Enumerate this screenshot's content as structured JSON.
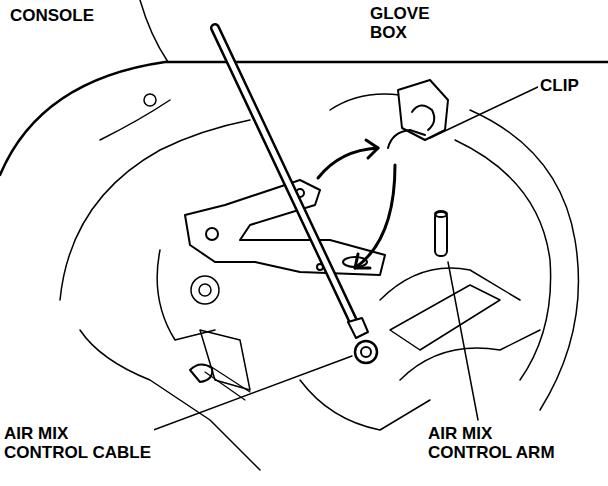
{
  "diagram": {
    "labels": [
      "CONSOLE",
      "GLOVE BOX",
      "CLIP",
      "AIR MIX CONTROL CABLE",
      "AIR MIX CONTROL ARM"
    ]
  }
}
